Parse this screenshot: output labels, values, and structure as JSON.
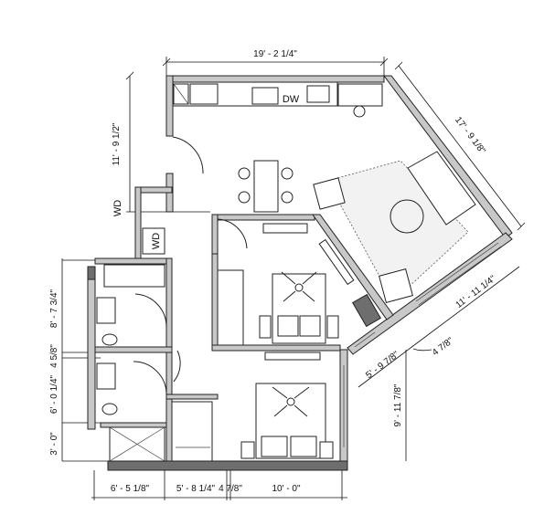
{
  "dimensions": {
    "top_width": "19' - 2 1/4\"",
    "diagonal_upper": "17' - 9 1/8\"",
    "kitchen_height": "11' - 9 1/2\"",
    "diagonal_lower": "11' - 11 1/4\"",
    "corner_small": "4 7/8\"",
    "corner_diag": "5' - 9 7/8\"",
    "bedroom2_height": "9' - 11 7/8\"",
    "bath1_height": "8' - 7 3/4\"",
    "wall_gap": "4 5/8\"",
    "bath2_height": "6' - 0 1/4\"",
    "closet_height": "3' - 0\"",
    "bottom_1": "6' - 5 1/8\"",
    "bottom_2": "5' - 8 1/4\"",
    "bottom_3": "4 7/8\"",
    "bottom_4": "10' - 0\""
  },
  "labels": {
    "dishwasher": "DW",
    "washer_dryer_1": "WD",
    "washer_dryer_2": "WD"
  }
}
